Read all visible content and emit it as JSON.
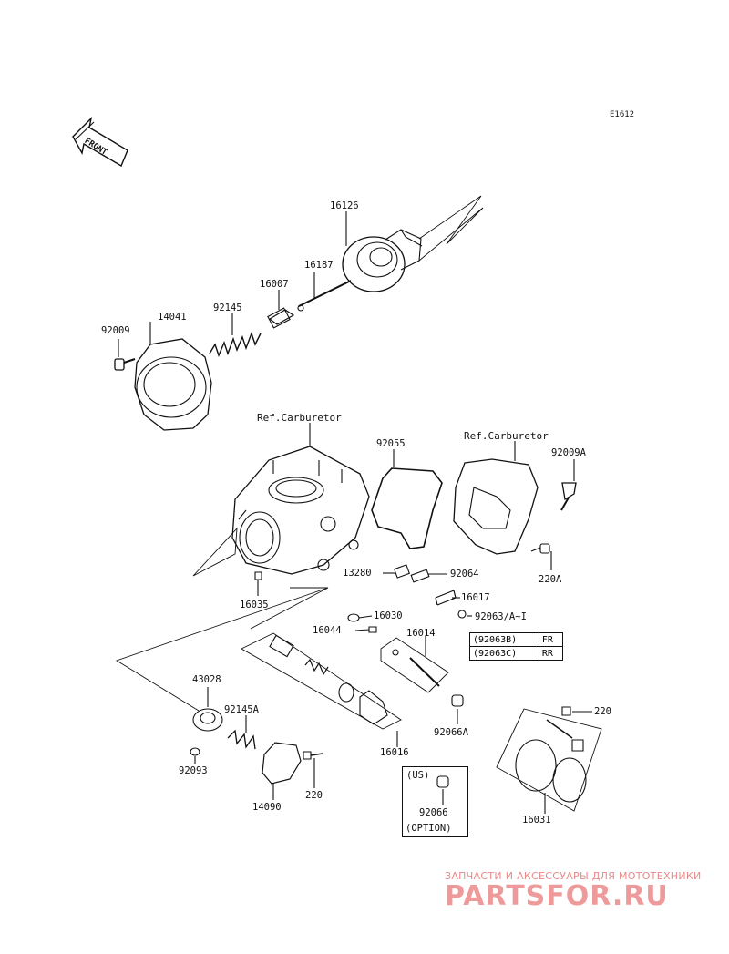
{
  "diagram_code": "E1612",
  "front_label": "FRONT",
  "ref_labels": [
    "Ref.Carburetor",
    "Ref.Carburetor"
  ],
  "part_numbers": {
    "p16126": "16126",
    "p16187": "16187",
    "p16007": "16007",
    "p92145": "92145",
    "p14041": "14041",
    "p92009": "92009",
    "p92055": "92055",
    "p92009A": "92009A",
    "p13280": "13280",
    "p92064": "92064",
    "p16017": "16017",
    "p220A": "220A",
    "p92063": "92063/A~I",
    "p16035": "16035",
    "p16030": "16030",
    "p16044": "16044",
    "p16014": "16014",
    "p43028": "43028",
    "p92145A": "92145A",
    "p92093": "92093",
    "p14090": "14090",
    "p220a": "220",
    "p220b": "220",
    "p16016": "16016",
    "p92066A": "92066A",
    "p16031": "16031",
    "p92066": "92066"
  },
  "legend": [
    {
      "code": "(92063B)",
      "position": "FR"
    },
    {
      "code": "(92063C)",
      "position": "RR"
    }
  ],
  "option_box": {
    "top": "(US)",
    "bottom": "(OPTION)"
  },
  "watermark": {
    "tagline": "ЗАПЧАСТИ И АКСЕССУАРЫ ДЛЯ МОТОТЕХНИКИ",
    "logo": "PARTSFOR.RU",
    "color": "#ef9a9a"
  }
}
